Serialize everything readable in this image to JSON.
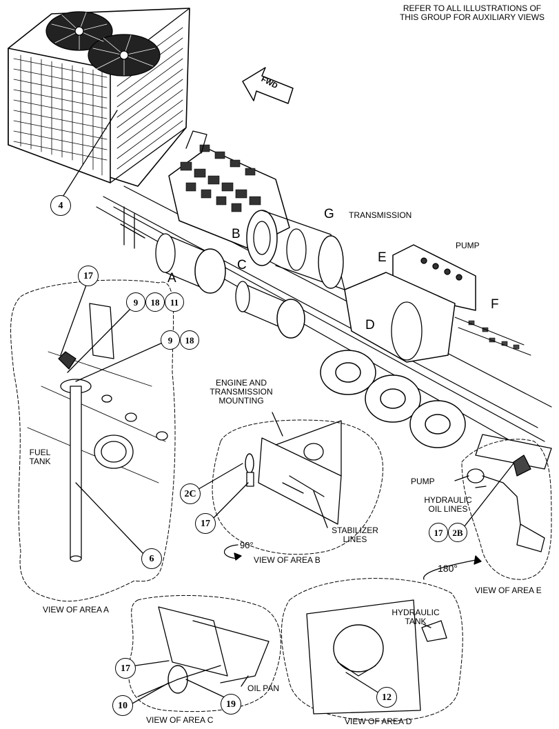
{
  "note": {
    "line1": "REFER TO ALL ILLUSTRATIONS OF",
    "line2": "THIS GROUP FOR AUXILIARY VIEWS"
  },
  "areas": {
    "a": "A",
    "b": "B",
    "c": "C",
    "d": "D",
    "e": "E",
    "f": "F",
    "g": "G"
  },
  "labels": {
    "fwd": "FWD",
    "transmission": "TRANSMISSION",
    "pump": "PUMP",
    "fuel_tank_1": "FUEL",
    "fuel_tank_2": "TANK",
    "engine_mount_1": "ENGINE AND",
    "engine_mount_2": "TRANSMISSION",
    "engine_mount_3": "MOUNTING",
    "stabilizer_1": "STABILIZER",
    "stabilizer_2": "LINES",
    "rotate_b": "90°",
    "pump_detail": "PUMP",
    "oil_lines_1": "HYDRAULIC",
    "oil_lines_2": "OIL LINES",
    "rotate_e": "180°",
    "hyd_tank_1": "HYDRAULIC",
    "hyd_tank_2": "TANK",
    "oil_pan": "OIL PAN"
  },
  "views": {
    "a": "VIEW OF AREA  A",
    "b": "VIEW OF AREA B",
    "c": "VIEW OF AREA C",
    "d": "VIEW OF AREA D",
    "e": "VIEW OF AREA E"
  },
  "callouts": {
    "c4": "4",
    "c6": "6",
    "c9": "9",
    "c10": "10",
    "c11": "11",
    "c12": "12",
    "c17": "17",
    "c18": "18",
    "c19": "19",
    "c2b": "2B",
    "c2c": "2C"
  }
}
